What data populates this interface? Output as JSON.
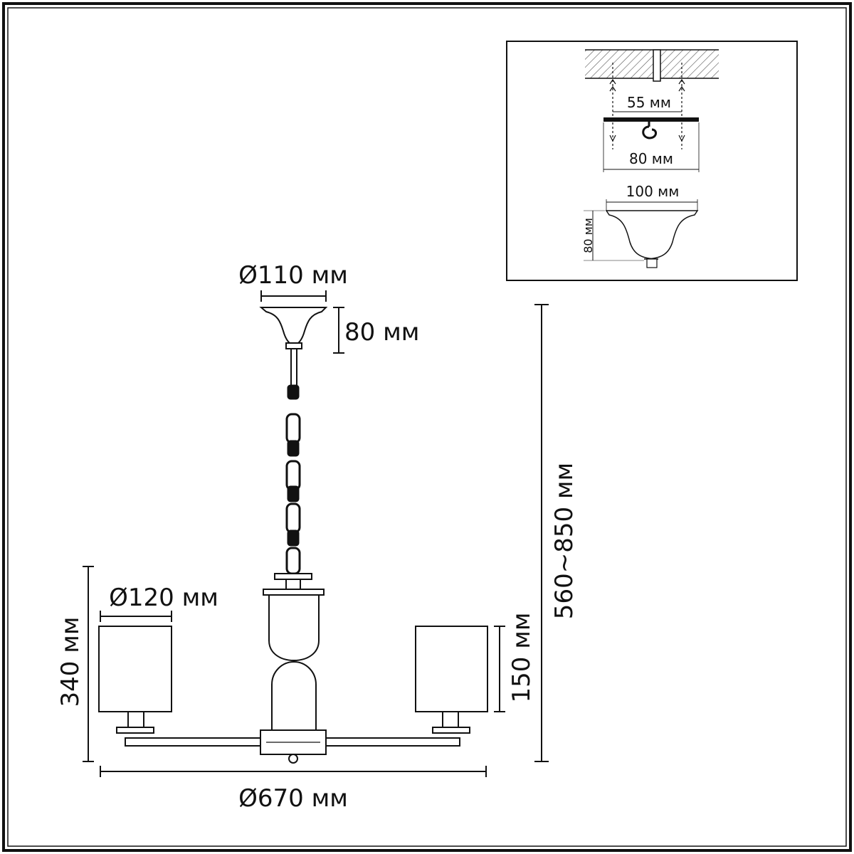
{
  "dimensions": {
    "canopy_diameter": "Ø110 мм",
    "canopy_height": "80 мм",
    "total_height": "560~850 мм",
    "shade_diameter": "Ø120 мм",
    "fixture_height": "340 мм",
    "shade_height": "150 мм",
    "overall_diameter": "Ø670 мм"
  },
  "mounting_detail": {
    "screw_spacing": "55 мм",
    "bracket_length": "80 мм",
    "canopy_width": "100 мм",
    "canopy_height": "80 мм"
  },
  "colors": {
    "line": "#111111",
    "background": "#ffffff"
  }
}
